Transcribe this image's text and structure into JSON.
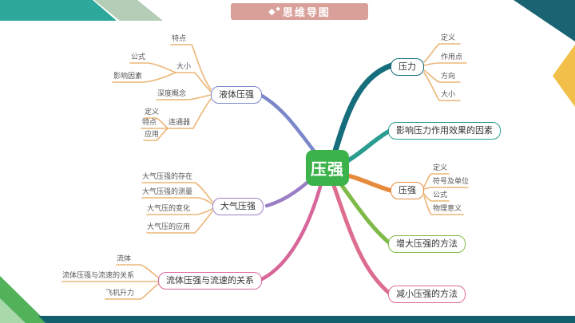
{
  "title": "思维导图",
  "title_icon": "◆",
  "center": {
    "label": "压强"
  },
  "left": {
    "liquid": {
      "label": "液体压强",
      "tedian": "特点",
      "daxiao": "大小",
      "gongshi": "公式",
      "yingxiang": "影响因素",
      "shendu": "深度概念",
      "liantongqi": "连通器",
      "lt_dingyi": "定义",
      "lt_tedian": "特点",
      "lt_yingyong": "应用"
    },
    "atmos": {
      "label": "大气压强",
      "items": [
        "大气压强的存在",
        "大气压强的测量",
        "大气压的变化",
        "大气压的应用"
      ]
    },
    "fluid": {
      "label": "流体压强与流速的关系",
      "items": [
        "流体",
        "流体压强与流速的关系",
        "飞机升力"
      ]
    }
  },
  "right": {
    "force": {
      "label": "压力",
      "items": [
        "定义",
        "作用点",
        "方向",
        "大小"
      ]
    },
    "factors": {
      "label": "影响压力作用效果的因素"
    },
    "pressure": {
      "label": "压强",
      "items": [
        "定义",
        "符号及单位",
        "公式",
        "物理意义"
      ]
    },
    "increase": {
      "label": "增大压强的方法"
    },
    "decrease": {
      "label": "减小压强的方法"
    }
  },
  "colors": {
    "banner": "#d9a09a",
    "center": "#3bb24a",
    "force": "#166e7d",
    "factors": "#2a9d8f",
    "pressure": "#e68a3c",
    "increase": "#7fba48",
    "decrease": "#dd6d8e",
    "liquid": "#7b87cb",
    "atmos": "#9a7fc6",
    "fluid": "#d8669a",
    "leaf_line": "#ecb577",
    "deco_teal": "#2fa89c",
    "deco_sage": "#b3cdb6",
    "deco_dark_teal": "#1a6372",
    "deco_yellow": "#f2c04a",
    "deco_green": "#52b25a",
    "deco_light_green": "#a9d8ab",
    "bottom_bar": "#14606e"
  }
}
